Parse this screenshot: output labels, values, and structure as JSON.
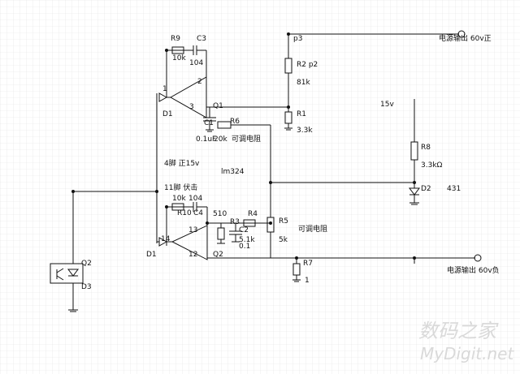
{
  "labels": {
    "p3": "p3",
    "out_pos": "电源输出 60v正",
    "out_neg": "电源输出 60v负",
    "R9": "R9",
    "C3": "C3",
    "R9_val": "10k",
    "C3_val": "104",
    "R2": "R2 p2",
    "R2_val": "81k",
    "R1": "R1",
    "R1_val": "3.3k",
    "Q1": "Q1",
    "C1": "C1",
    "C1_val": "0.1uF",
    "R6": "R6",
    "R6_val": "20k",
    "adj1": "可调电阻",
    "v15": "15v",
    "R8": "R8",
    "R8_val": "3.3kΩ",
    "D2": "D2",
    "D2_num": "431",
    "pin4": "4脚 正15v",
    "ic": "lm324",
    "pin11": "11脚 伏击",
    "R10_val": "10k",
    "C4_val": "104",
    "R10": "R10",
    "C4": "C4",
    "v510": "510",
    "R4": "R4",
    "R3": "R3",
    "C2": "C2",
    "R3_val": "5.1k",
    "C2_val": "0.1",
    "R5": "R5",
    "R5_val": "5k",
    "adj2": "可调电阻",
    "Q2": "Q2",
    "Q2b": "Q2",
    "D3": "D3",
    "R7": "R7",
    "R7_val": "1",
    "D1a": "D1",
    "D1b": "D1",
    "pin1": "1",
    "pin2": "2",
    "pin3": "3",
    "pin13": "13",
    "pin12": "12",
    "pin14": "14"
  },
  "watermark": {
    "cn": "数码之家",
    "en": "MyDigit.net"
  },
  "colors": {
    "line": "#111111",
    "grid": "#dcdcdc",
    "watermark": "#d9d9d9"
  }
}
